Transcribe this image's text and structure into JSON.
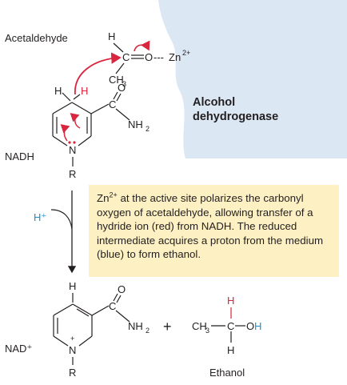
{
  "labels": {
    "acetaldehyde": "Acetaldehyde",
    "nadh": "NADH",
    "nad_plus": "NAD⁺",
    "ethanol": "Ethanol",
    "enzyme_line1": "Alcohol",
    "enzyme_line2": "dehydrogenase",
    "proton": "H⁺",
    "plus": "+"
  },
  "atoms": {
    "H": "H",
    "C": "C",
    "O": "O",
    "N": "N",
    "R": "R",
    "Zn": "Zn",
    "zn_charge": "2+",
    "CH": "CH",
    "three": "3",
    "NH": "NH",
    "two": "2",
    "dashes": "---",
    "plus_charge": "+",
    "OH": "OH",
    "CH3_dash": "CH",
    "dash": "—"
  },
  "caption": {
    "zn": "Zn",
    "zn_charge": "2+",
    "text": " at the active site polarizes the carbonyl oxygen of acetaldehyde, allowing transfer of a hydride ion (red) from NADH. The reduced intermediate acquires a proton from the medium (blue) to form ethanol."
  },
  "colors": {
    "hydride_red": "#d7263d",
    "proton_blue": "#1f8fd0",
    "enzyme_fill": "#dbe7f3",
    "note_fill": "#fdf1c4"
  }
}
